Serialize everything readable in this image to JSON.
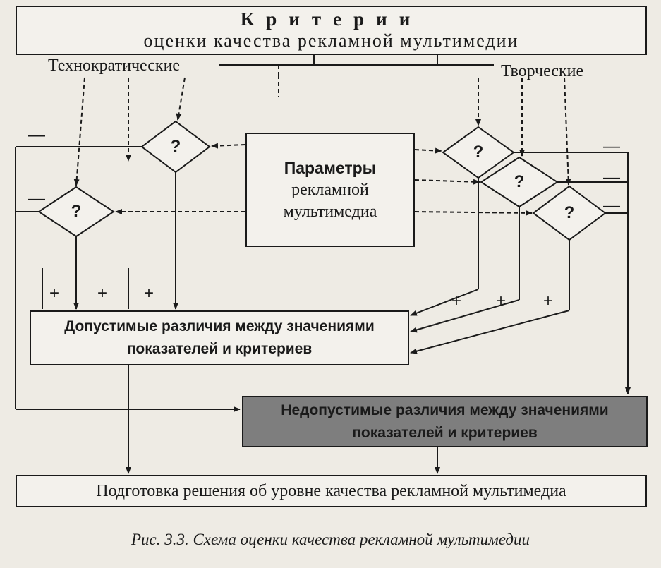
{
  "title": {
    "line1": "Критерии",
    "line2": "оценки качества рекламной мультимедии"
  },
  "groups": {
    "left": "Технократические",
    "right": "Творческие"
  },
  "center": {
    "line1": "Параметры",
    "line2": "рекламной",
    "line3": "мультимедиа"
  },
  "decision_mark": "?",
  "minus": "—",
  "plus": "+",
  "allowed": {
    "line1": "Допустимые различия между значениями",
    "line2": "показателей и критериев"
  },
  "not_allowed": {
    "line1": "Недопустимые различия между значениями",
    "line2": "показателей и критериев"
  },
  "decision": "Подготовка решения об уровне качества рекламной мультимедиа",
  "caption": "Рис. 3.3. Схема оценки качества рекламной мультимедии",
  "colors": {
    "line": "#1a1a1a",
    "highlight_box": "#7e7e7e",
    "paper": "#eeebe4"
  }
}
